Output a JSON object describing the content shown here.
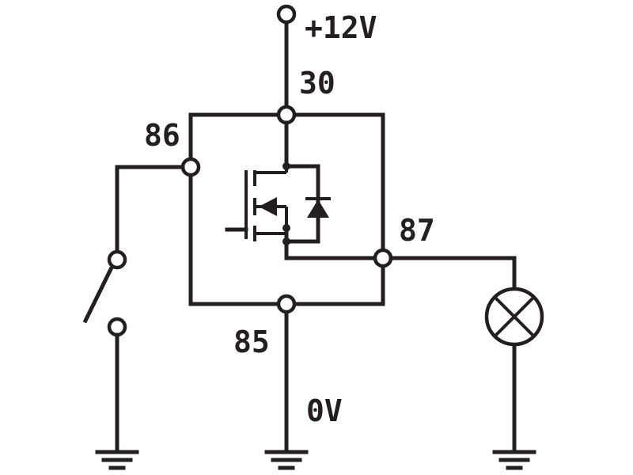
{
  "labels": {
    "supply": "+12V",
    "ground": "0V",
    "pin_30": "30",
    "pin_86": "86",
    "pin_87": "87",
    "pin_85": "85"
  },
  "components": {
    "relay_element": "mosfet-icon",
    "diode": "diode-icon",
    "load": "lamp-icon",
    "control": "switch-icon",
    "earth": "ground-icon"
  },
  "colors": {
    "ink": "#231f20",
    "background": "#ffffff"
  }
}
